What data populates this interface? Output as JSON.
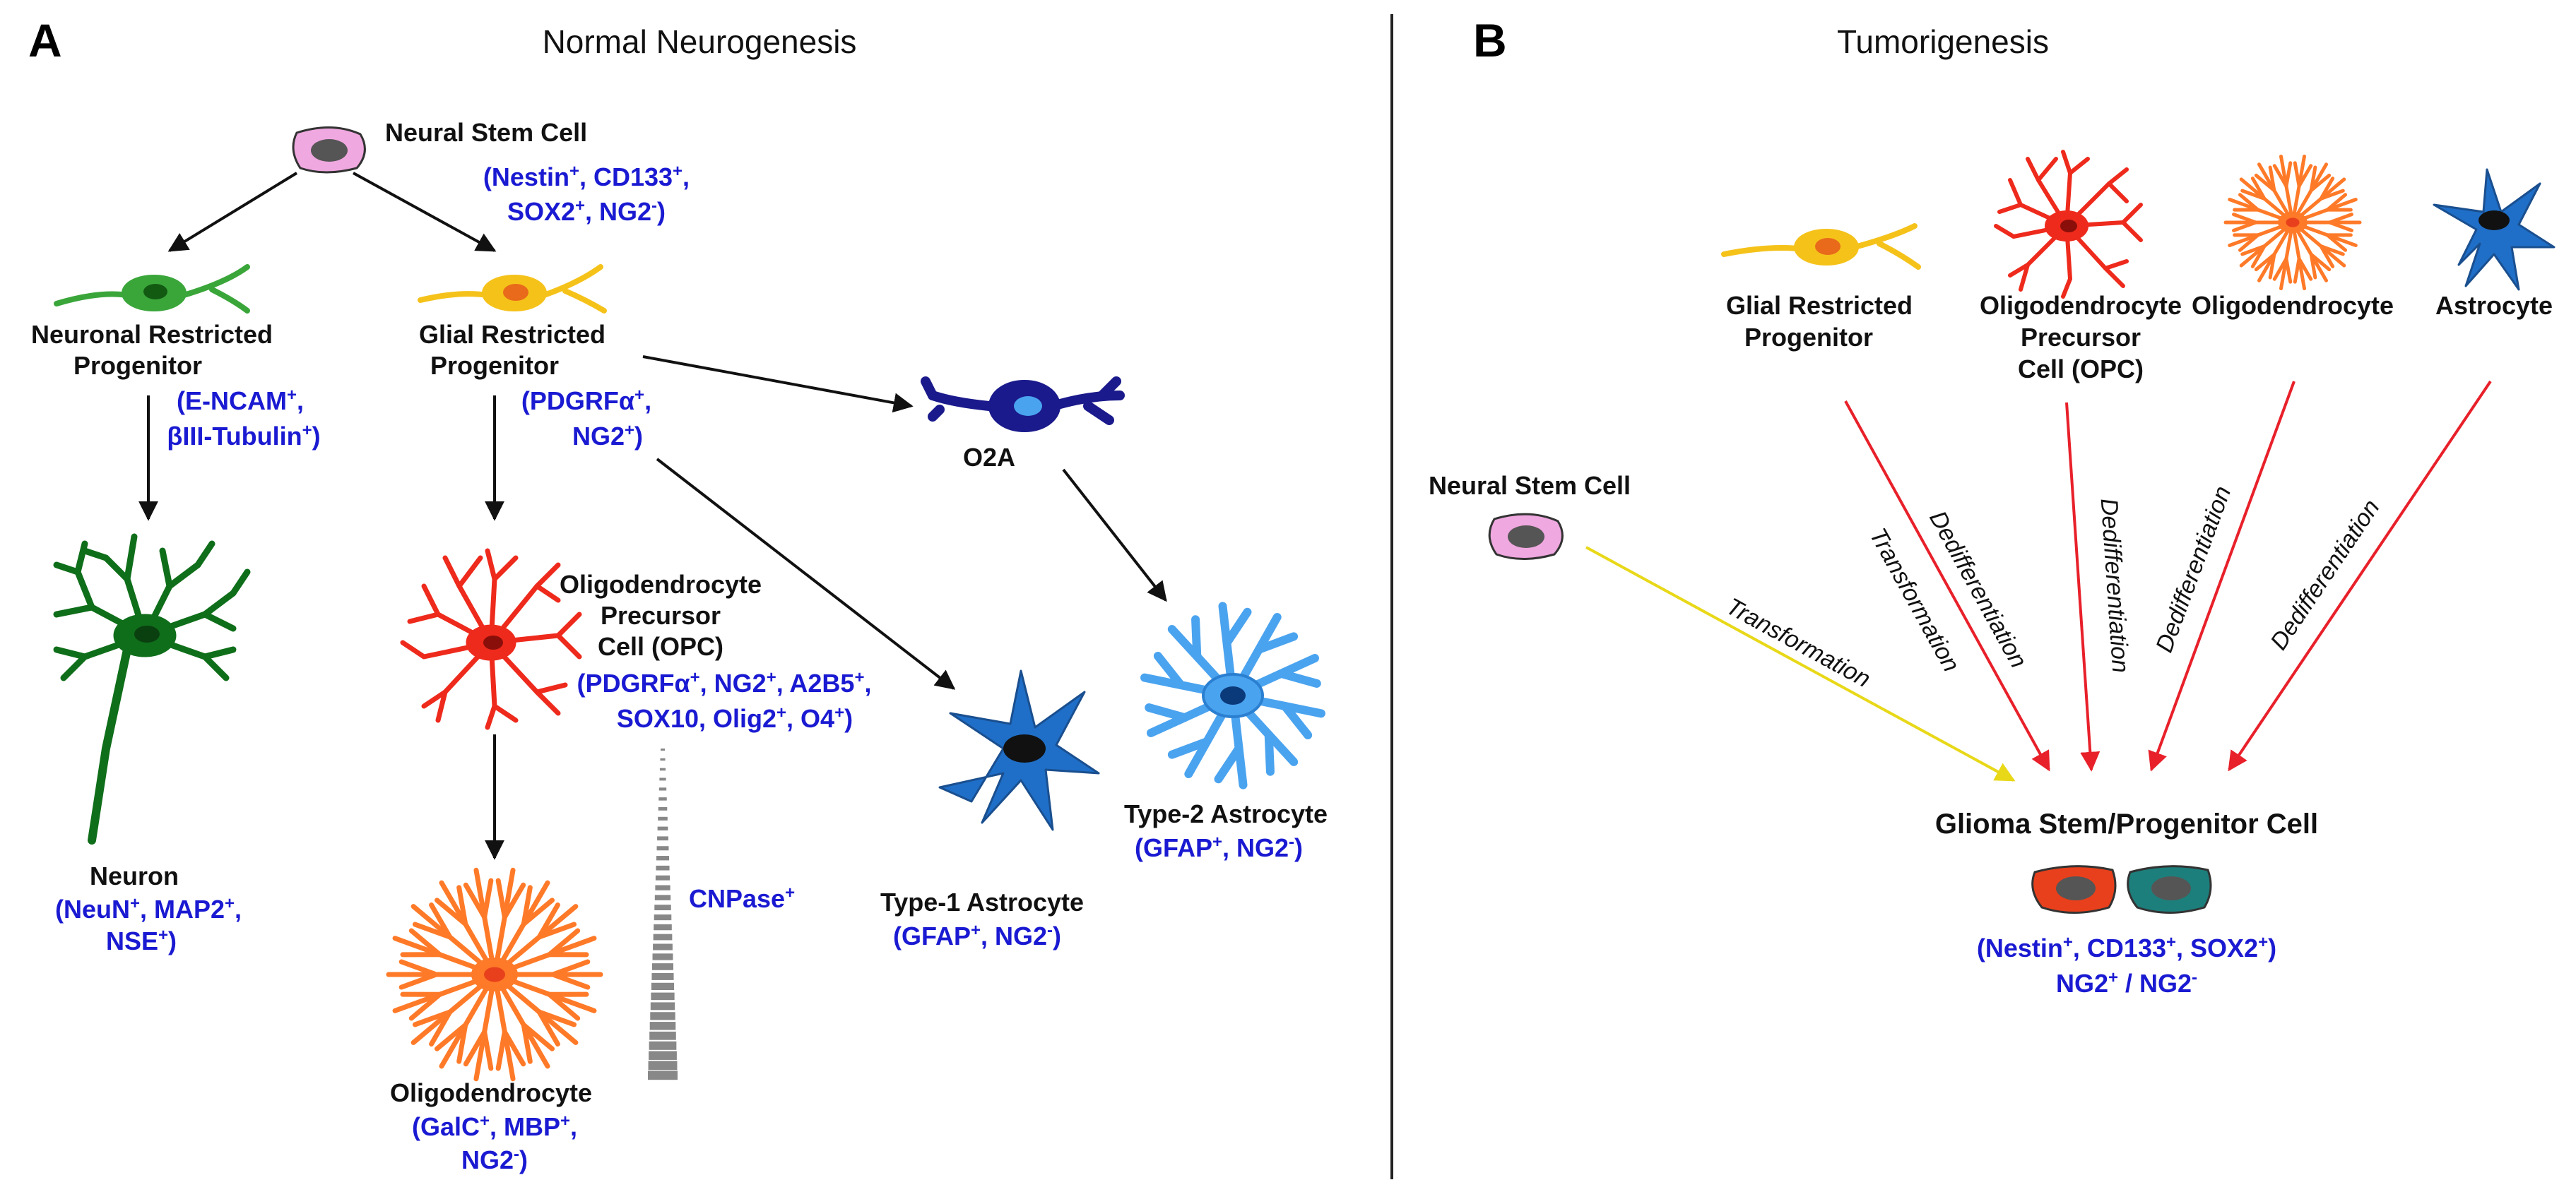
{
  "panel_a": {
    "letter": "A",
    "title": "Normal Neurogenesis",
    "nsc": {
      "label": "Neural Stem Cell",
      "marker_lines": [
        [
          {
            "t": "(Nestin"
          },
          {
            "t": "+",
            "s": "sup"
          },
          {
            "t": ", CD133"
          },
          {
            "t": "+",
            "s": "sup"
          },
          {
            "t": ","
          }
        ],
        [
          {
            "t": "SOX2"
          },
          {
            "t": "+",
            "s": "sup"
          },
          {
            "t": ", NG2"
          },
          {
            "t": "-",
            "s": "sup"
          },
          {
            "t": ")"
          }
        ]
      ]
    },
    "nrp": {
      "label_lines": [
        "Neuronal Restricted",
        "Progenitor"
      ],
      "marker_lines": [
        [
          {
            "t": "(E-NCAM"
          },
          {
            "t": "+",
            "s": "sup"
          },
          {
            "t": ","
          }
        ],
        [
          {
            "t": "βIII-Tubulin"
          },
          {
            "t": "+",
            "s": "sup"
          },
          {
            "t": ")"
          }
        ]
      ]
    },
    "grp": {
      "label_lines": [
        "Glial Restricted",
        "Progenitor"
      ],
      "marker_lines": [
        [
          {
            "t": "(PDGRFα"
          },
          {
            "t": "+",
            "s": "sup"
          },
          {
            "t": ","
          }
        ],
        [
          {
            "t": "NG2"
          },
          {
            "t": "+",
            "s": "sup"
          },
          {
            "t": ")"
          }
        ]
      ]
    },
    "o2a": {
      "label": "O2A"
    },
    "neuron": {
      "label": "Neuron",
      "marker_lines": [
        [
          {
            "t": "(NeuN"
          },
          {
            "t": "+",
            "s": "sup"
          },
          {
            "t": ", MAP2"
          },
          {
            "t": "+",
            "s": "sup"
          },
          {
            "t": ","
          }
        ],
        [
          {
            "t": "NSE"
          },
          {
            "t": "+",
            "s": "sup"
          },
          {
            "t": ")"
          }
        ]
      ]
    },
    "opc": {
      "label_lines": [
        "Oligodendrocyte",
        "Precursor",
        "Cell (OPC)"
      ],
      "marker_lines": [
        [
          {
            "t": "(PDGRFα"
          },
          {
            "t": "+",
            "s": "sup"
          },
          {
            "t": ", NG2"
          },
          {
            "t": "+",
            "s": "sup"
          },
          {
            "t": ", A2B5"
          },
          {
            "t": "+",
            "s": "sup"
          },
          {
            "t": ","
          }
        ],
        [
          {
            "t": "SOX10, Olig2"
          },
          {
            "t": "+",
            "s": "sup"
          },
          {
            "t": ", O4"
          },
          {
            "t": "+",
            "s": "sup"
          },
          {
            "t": ")"
          }
        ]
      ]
    },
    "cnpase": [
      {
        "t": "CNPase"
      },
      {
        "t": "+",
        "s": "sup"
      }
    ],
    "type1": {
      "label": "Type-1 Astrocyte",
      "marker_lines": [
        [
          {
            "t": "(GFAP"
          },
          {
            "t": "+",
            "s": "sup"
          },
          {
            "t": ", NG2"
          },
          {
            "t": "-",
            "s": "sup"
          },
          {
            "t": ")"
          }
        ]
      ]
    },
    "type2": {
      "label": "Type-2 Astrocyte",
      "marker_lines": [
        [
          {
            "t": "(GFAP"
          },
          {
            "t": "+",
            "s": "sup"
          },
          {
            "t": ", NG2"
          },
          {
            "t": "-",
            "s": "sup"
          },
          {
            "t": ")"
          }
        ]
      ]
    },
    "oligo": {
      "label": "Oligodendrocyte",
      "marker_lines": [
        [
          {
            "t": "(GalC"
          },
          {
            "t": "+",
            "s": "sup"
          },
          {
            "t": ", MBP"
          },
          {
            "t": "+",
            "s": "sup"
          },
          {
            "t": ","
          }
        ],
        [
          {
            "t": "NG2"
          },
          {
            "t": "-",
            "s": "sup"
          },
          {
            "t": ")"
          }
        ]
      ]
    }
  },
  "panel_b": {
    "letter": "B",
    "title": "Tumorigenesis",
    "grp": {
      "label_lines": [
        "Glial Restricted",
        "Progenitor"
      ]
    },
    "opc": {
      "label_lines": [
        "Oligodendrocyte",
        "Precursor",
        "Cell (OPC)"
      ]
    },
    "oligo": {
      "label": "Oligodendrocyte"
    },
    "astro": {
      "label": "Astrocyte"
    },
    "nsc": {
      "label": "Neural Stem Cell"
    },
    "arrow_labels": {
      "nsc": "Transformation",
      "grp_dediff": "Dedifferentiation",
      "grp_trans": "Transformation",
      "opc": "Dedifferentiation",
      "oligo": "Dedifferentiation",
      "astro": "Dedifferentiation"
    },
    "glioma": {
      "label": "Glioma Stem/Progenitor Cell",
      "marker_lines": [
        [
          {
            "t": "(Nestin"
          },
          {
            "t": "+",
            "s": "sup"
          },
          {
            "t": ", CD133"
          },
          {
            "t": "+",
            "s": "sup"
          },
          {
            "t": ", SOX2"
          },
          {
            "t": "+",
            "s": "sup"
          },
          {
            "t": ")"
          }
        ],
        [
          {
            "t": "NG2"
          },
          {
            "t": "+",
            "s": "sup"
          },
          {
            "t": "  /  NG2"
          },
          {
            "t": "-",
            "s": "sup"
          }
        ]
      ]
    }
  },
  "colors": {
    "stem_pink": "#f0a8e0",
    "grp_yellow": "#f5c21a",
    "nrp_green": "#3aa63a",
    "neuron_green": "#0f6e1a",
    "opc_red": "#ee2a1c",
    "oligo_orange": "#ff7a28",
    "o2a_navy": "#1a1a8c",
    "type1_blue": "#1f6fc8",
    "type2_blue": "#4aa3ef",
    "glioma_red": "#e8401c",
    "glioma_teal": "#1d7f7c",
    "marker_blue": "#1a1ad2",
    "arrow_red": "#e8202a",
    "arrow_yellow": "#f0e020"
  }
}
